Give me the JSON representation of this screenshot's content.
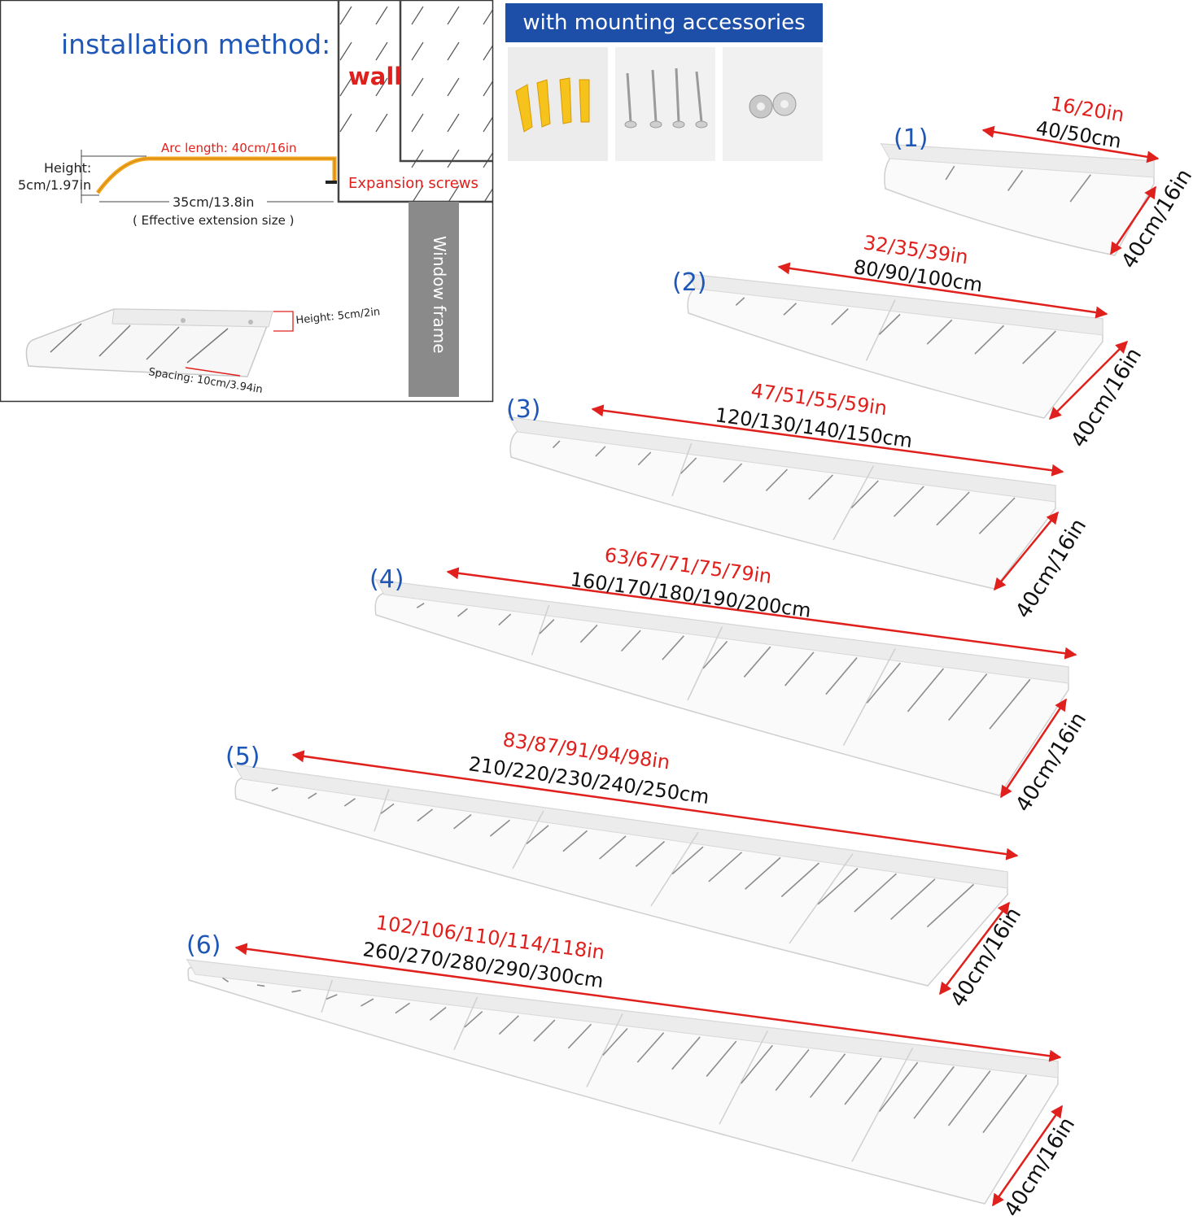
{
  "installation": {
    "title": "installation method:",
    "wall_label": "wall",
    "arc_length": "Arc length: 40cm/16in",
    "height_label_line1": "Height:",
    "height_label_line2": "5cm/1.97in",
    "expansion_screws": "Expansion screws",
    "extension": "35cm/13.8in",
    "extension_note": "( Effective extension size )",
    "window_frame": "Window frame",
    "small_height": "Height: 5cm/2in",
    "spacing": "Spacing: 10cm/3.94in"
  },
  "accessories": {
    "title": "with mounting accessories",
    "items": [
      "plastic-anchors",
      "screws",
      "washers"
    ]
  },
  "sizes": [
    {
      "index": "(1)",
      "inches": "16/20in",
      "cm": "40/50cm",
      "depth": "40cm/16in",
      "panels": 1
    },
    {
      "index": "(2)",
      "inches": "32/35/39in",
      "cm": "80/90/100cm",
      "depth": "40cm/16in",
      "panels": 2
    },
    {
      "index": "(3)",
      "inches": "47/51/55/59in",
      "cm": "120/130/140/150cm",
      "depth": "40cm/16in",
      "panels": 3
    },
    {
      "index": "(4)",
      "inches": "63/67/71/75/79in",
      "cm": "160/170/180/190/200cm",
      "depth": "40cm/16in",
      "panels": 4
    },
    {
      "index": "(5)",
      "inches": "83/87/91/94/98in",
      "cm": "210/220/230/240/250cm",
      "depth": "40cm/16in",
      "panels": 5
    },
    {
      "index": "(6)",
      "inches": "102/106/110/114/118in",
      "cm": "260/270/280/290/300cm",
      "depth": "40cm/16in",
      "panels": 6
    }
  ],
  "colors": {
    "blue": "#1f57b8",
    "red": "#e0201c",
    "orange": "#f3a51b",
    "banner": "#1d4fa8",
    "frame_gray": "#8a8a8a"
  }
}
